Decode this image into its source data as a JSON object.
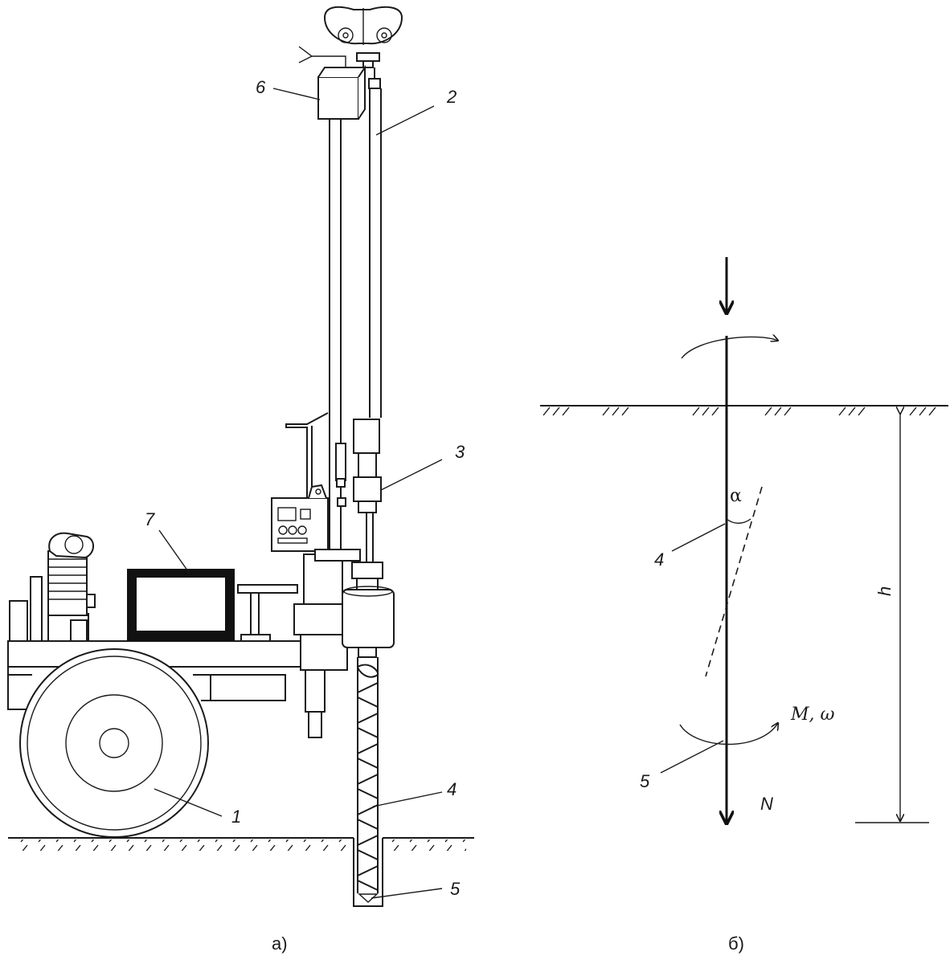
{
  "left_figure": {
    "caption": "а)",
    "callouts": [
      "1",
      "2",
      "3",
      "4",
      "5",
      "6",
      "7"
    ]
  },
  "right_figure": {
    "caption": "б)",
    "angle_symbol": "α",
    "depth_symbol": "h",
    "torque_symbol": "M, ω",
    "axial_symbol": "N",
    "callout_auger": "4",
    "callout_tip": "5"
  }
}
